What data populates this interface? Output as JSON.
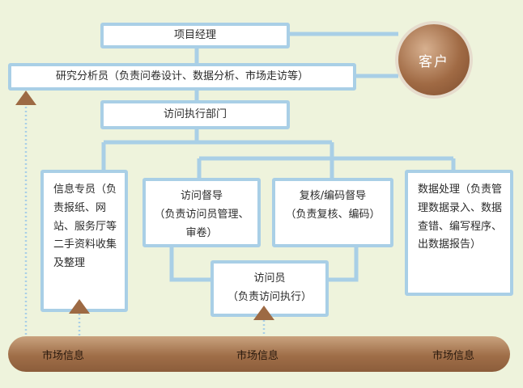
{
  "client": {
    "label": "客户"
  },
  "project_manager": {
    "label": "项目经理"
  },
  "researcher": {
    "label": "研究分析员（负责问卷设计、数据分析、市场走访等）"
  },
  "field_dept": {
    "label": "访问执行部门"
  },
  "info_specialist": {
    "label": "信息专员（负责报纸、网站、服务厅等二手资料收集及整理"
  },
  "interview_supervisor": {
    "line1": "访问督导",
    "line2": "（负责访问员管理、审卷）"
  },
  "review_coding_supervisor": {
    "line1": "复核/编码督导",
    "line2": "（负责复核、编码）"
  },
  "data_processing": {
    "label": "数据处理（负责管理数据录入、数据查错、编写程序、出数据报告）"
  },
  "interviewer": {
    "line1": "访问员",
    "line2": "（负责访问执行）"
  },
  "market_bar": {
    "labels": [
      "市场信息",
      "市场信息",
      "市场信息"
    ]
  },
  "colors": {
    "connector": "#a9cfe6",
    "box_border": "#a9cfe6",
    "background": "#eef3dc",
    "brown": "#9d6a44"
  }
}
